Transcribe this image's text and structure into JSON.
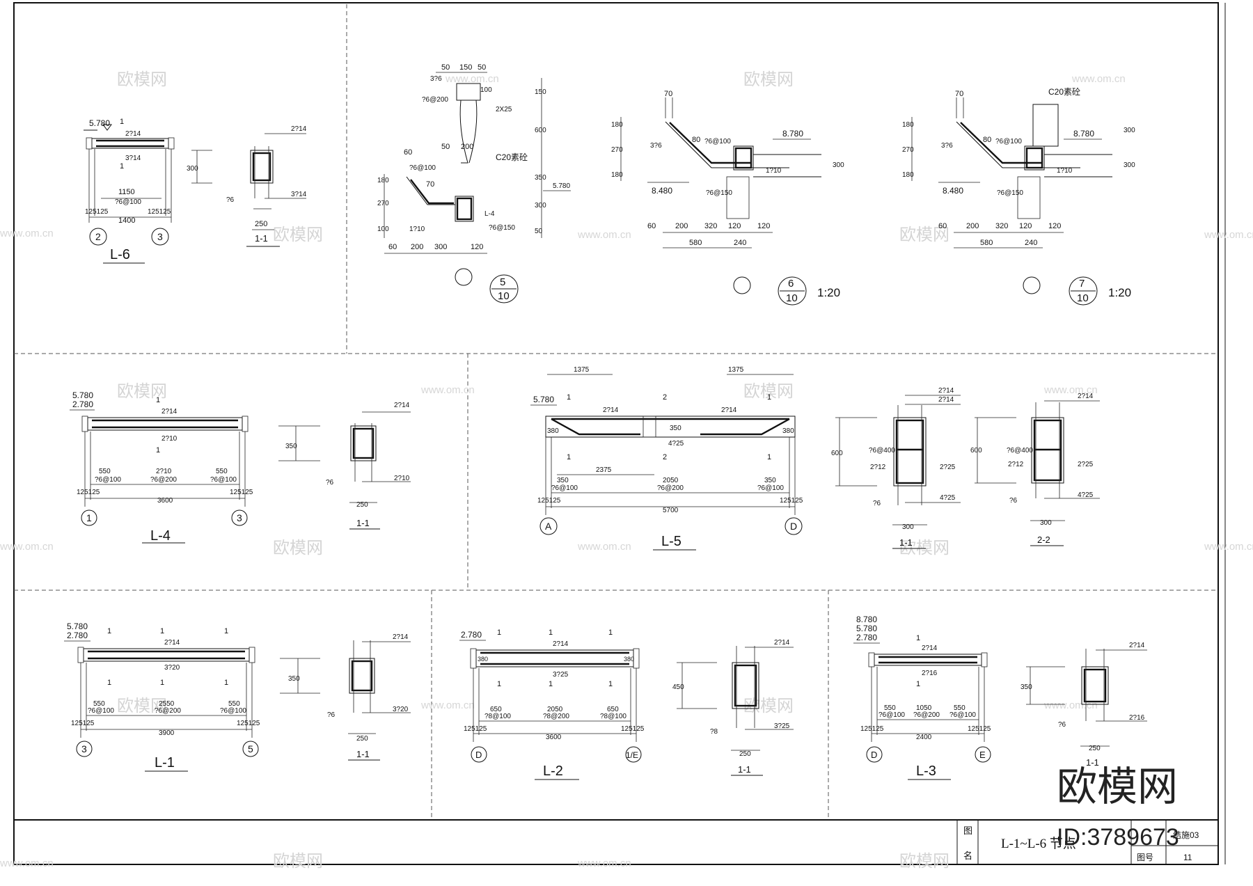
{
  "drawing": {
    "title_block": {
      "label_tu": "图",
      "label_ming": "名",
      "drawing_name": "L-1~L-6 节点",
      "label_no": "图号",
      "sheet_code": "结施03",
      "sheet_num": "11"
    },
    "brand": {
      "name": "欧模网",
      "id": "ID:3789673"
    },
    "watermarks": {
      "cn": "欧模网",
      "url": "www.om.cn"
    }
  },
  "panels": {
    "L6": {
      "label": "L-6",
      "section": "1-1",
      "elev": "5.780",
      "mark": "1",
      "top_bar": "2?14",
      "bot_bar": "3?14",
      "span_in": "1150",
      "stirrup": "?6@100",
      "total": "1400",
      "ends": "125125",
      "ax1": "2",
      "ax2": "3",
      "sec_h": "300",
      "sec_w": "250",
      "sec_top": "2?14",
      "sec_bot": "3?14",
      "sec_st": "?6"
    },
    "D5": {
      "num": "5",
      "den": "10",
      "dims_top": [
        "50",
        "150",
        "50"
      ],
      "dims_r": [
        "150",
        "2X25",
        "600",
        "350",
        "300",
        "50"
      ],
      "d60": "60",
      "d100": "100",
      "notes": [
        "3?6",
        "?6@200",
        "?6@100",
        "C20素砼",
        "?6@150",
        "1?10",
        "L-4"
      ],
      "elev": "5.780",
      "dims_b": [
        "60",
        "200",
        "300",
        "120"
      ],
      "dims_l": [
        "180",
        "270",
        "100"
      ],
      "d70": "70",
      "d50": "50",
      "d200": "200"
    },
    "D6": {
      "num": "6",
      "den": "10",
      "scale": "1:20",
      "d70": "70",
      "dims_l": [
        "180",
        "270",
        "180"
      ],
      "notes": [
        "3?6",
        "?6@100",
        "1?10",
        "?6@150"
      ],
      "d80": "80",
      "elev_top": "8.780",
      "elev_bot": "8.480",
      "h300": "300",
      "dims_b": [
        "60",
        "200",
        "320",
        "120",
        "120"
      ],
      "dims_b2": [
        "580",
        "240"
      ]
    },
    "D7": {
      "num": "7",
      "den": "10",
      "scale": "1:20",
      "d70": "70",
      "dims_l": [
        "180",
        "270",
        "180"
      ],
      "notes": [
        "3?6",
        "?6@100",
        "1?10",
        "?6@150",
        "C20素砼"
      ],
      "d80": "80",
      "elev_top": "8.780",
      "elev_bot": "8.480",
      "h300a": "300",
      "h300b": "300",
      "dims_b": [
        "60",
        "200",
        "320",
        "120",
        "120"
      ],
      "dims_b2": [
        "580",
        "240"
      ]
    },
    "L4": {
      "label": "L-4",
      "section": "1-1",
      "elevs": [
        "5.780",
        "2.780"
      ],
      "mark": "1",
      "top_bar": "2?14",
      "bot_bar": "2?10",
      "d550": "550",
      "d550b": "550",
      "mid_bar": "2?10",
      "st_end": "?6@100",
      "st_mid": "?6@200",
      "st_end2": "?6@100",
      "ends": "125125",
      "ends2": "125125",
      "total": "3600",
      "ax1": "1",
      "ax2": "3",
      "sec_h": "350",
      "sec_w": "250",
      "sec_top": "2?14",
      "sec_bot": "2?10",
      "sec_st": "?6"
    },
    "L5": {
      "label": "L-5",
      "sec1": "1-1",
      "sec2": "2-2",
      "elev": "5.780",
      "d1375": "1375",
      "d1375b": "1375",
      "m1": "1",
      "m2": "2",
      "top_bar": "2?14",
      "top_bar2": "2?14",
      "h380": "380",
      "h350": "350",
      "mid": "4?25",
      "d350": "350",
      "d2375": "2375",
      "d2050": "2050",
      "d350b": "350",
      "st_end": "?6@100",
      "st_mid": "?6@200",
      "st_end2": "?6@100",
      "ends": "125125",
      "ends2": "125125",
      "total": "5700",
      "ax1": "A",
      "ax2": "D",
      "s1_top": [
        "2?14",
        "2?14"
      ],
      "s1_h": "600",
      "s1_st": "?6@400",
      "s1_side": "2?12",
      "s1_r": "2?25",
      "s1_bot": "4?25",
      "s1_leg": "?6",
      "s1_w": "300",
      "s2_top": "2?14",
      "s2_h": "600",
      "s2_st": "?6@400",
      "s2_side": "2?12",
      "s2_r": "2?25",
      "s2_bot": "4?25",
      "s2_leg": "?6",
      "s2_w": "300"
    },
    "L1": {
      "label": "L-1",
      "section": "1-1",
      "elevs": [
        "5.780",
        "2.780"
      ],
      "mark": "1",
      "top_bar": "2?14",
      "bot_bar": "3?20",
      "d550": "550",
      "d2550": "2550",
      "d550b": "550",
      "st_end": "?6@100",
      "st_mid": "?6@200",
      "st_end2": "?6@100",
      "ends": "125125",
      "ends2": "125125",
      "total": "3900",
      "ax1": "3",
      "ax2": "5",
      "sec_h": "350",
      "sec_w": "250",
      "sec_top": "2?14",
      "sec_bot": "3?20",
      "sec_st": "?6"
    },
    "L2": {
      "label": "L-2",
      "section": "1-1",
      "elev": "2.780",
      "mark": "1",
      "top_bar": "2?14",
      "bot_bar": "3?25",
      "h380": "380",
      "d650": "650",
      "d2050": "2050",
      "d650b": "650",
      "st_end": "?8@100",
      "st_mid": "?8@200",
      "st_end2": "?8@100",
      "ends": "125125",
      "ends2": "125125",
      "total": "3600",
      "ax1": "D",
      "ax2": "1/E",
      "sec_h": "450",
      "sec_w": "250",
      "sec_top": "2?14",
      "sec_bot": "3?25",
      "sec_st": "?8"
    },
    "L3": {
      "label": "L-3",
      "section": "1-1",
      "elevs": [
        "8.780",
        "5.780",
        "2.780"
      ],
      "mark": "1",
      "top_bar": "2?14",
      "bot_bar": "2?16",
      "d550": "550",
      "d1050": "1050",
      "d550b": "550",
      "st_end": "?6@100",
      "st_mid": "?6@200",
      "st_end2": "?6@100",
      "ends": "125125",
      "ends2": "125125",
      "total": "2400",
      "ax1": "D",
      "ax2": "E",
      "sec_h": "350",
      "sec_w": "250",
      "sec_top": "2?14",
      "sec_bot": "2?16",
      "sec_st": "?6"
    }
  }
}
